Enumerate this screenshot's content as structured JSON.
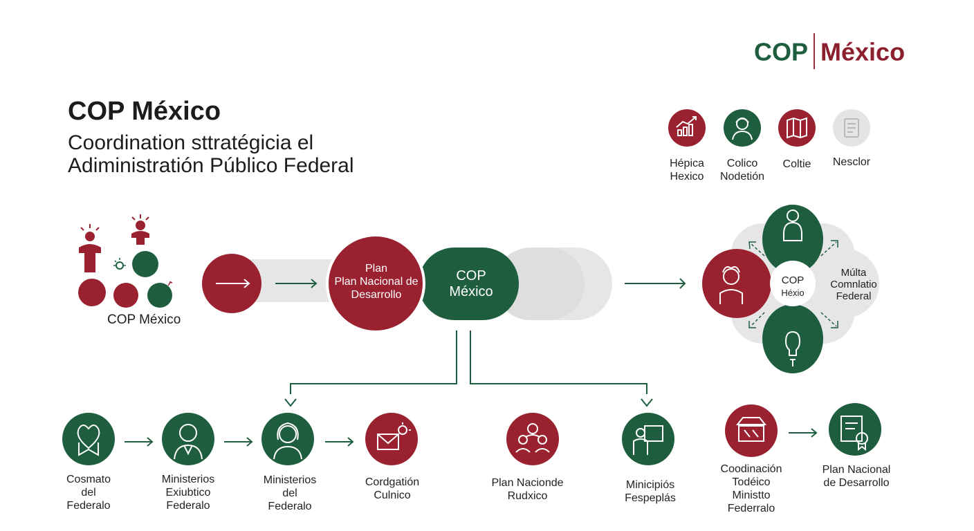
{
  "logo": {
    "left": "COP",
    "right": "México"
  },
  "title": "COP México",
  "subtitle": [
    "Coordination sttratégicia el",
    "Adiministratión Público Federal"
  ],
  "colors": {
    "red": "#9a2230",
    "green": "#1e5e3f",
    "gray": "#e4e4e4",
    "text": "#1f1f1f"
  },
  "top_legend": [
    {
      "icon": "chart-icon",
      "color": "red",
      "label": [
        "Hépica",
        "Hexico"
      ]
    },
    {
      "icon": "person-icon",
      "color": "green",
      "label": [
        "Colico",
        "Nodetión"
      ]
    },
    {
      "icon": "map-icon",
      "color": "red",
      "label": [
        "Coltie"
      ]
    },
    {
      "icon": "document-icon",
      "color": "gray",
      "label": [
        "Nesclor"
      ]
    }
  ],
  "left_group": {
    "label": "COP México"
  },
  "pipeline": {
    "plan": [
      "Plan",
      "Plan Nacional de",
      "Desarrollo"
    ],
    "cop": [
      "COP",
      "México"
    ]
  },
  "hub": {
    "center": [
      "COP",
      "Héxio"
    ],
    "right": [
      "Múlta",
      "Comnlatio",
      "Federal"
    ]
  },
  "bottom_items": [
    {
      "icon": "heart-map-icon",
      "color": "green",
      "label": [
        "Cosmato",
        "del",
        "Federalo"
      ]
    },
    {
      "icon": "official-icon",
      "color": "green",
      "label": [
        "Ministerios",
        "Exiubtico",
        "Federalo"
      ]
    },
    {
      "icon": "woman-icon",
      "color": "green",
      "label": [
        "Ministerios",
        "del",
        "Federalo"
      ]
    },
    {
      "icon": "mail-icon",
      "color": "red",
      "label": [
        "Cordgatión",
        "Culnico"
      ]
    },
    {
      "icon": "group-icon",
      "color": "red",
      "label": [
        "Plan Nacionde",
        "Rudxico"
      ]
    },
    {
      "icon": "presenter-icon",
      "color": "green",
      "label": [
        "Minicipiós",
        "Fespeplás"
      ]
    },
    {
      "icon": "store-icon",
      "color": "red",
      "label": [
        "Coodinación",
        "Todéico",
        "Ministto",
        "Federralo"
      ]
    },
    {
      "icon": "certificate-icon",
      "color": "green",
      "label": [
        "Plan Nacional",
        "de Desarrollo"
      ]
    }
  ]
}
